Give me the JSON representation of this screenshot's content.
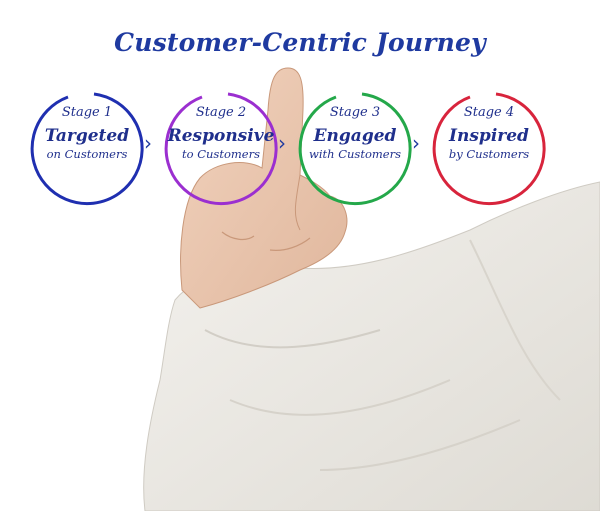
{
  "title": "Customer-Centric Journey",
  "stages": [
    {
      "label": "Stage 1",
      "name": "Targeted",
      "sub": "on Customers",
      "color": "#1f2fb0"
    },
    {
      "label": "Stage 2",
      "name": "Responsive",
      "sub": "to Customers",
      "color": "#9b2fd0"
    },
    {
      "label": "Stage 3",
      "name": "Engaged",
      "sub": "with Customers",
      "color": "#24a84a"
    },
    {
      "label": "Stage 4",
      "name": "Inspired",
      "sub": "by Customers",
      "color": "#d8243c"
    }
  ],
  "arrow_glyph": "›"
}
